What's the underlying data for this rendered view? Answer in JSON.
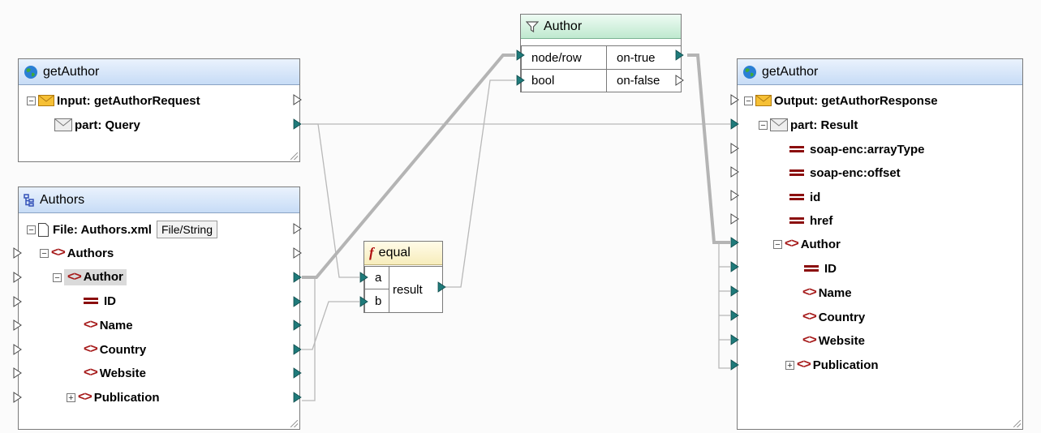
{
  "filter_component": {
    "title": "Author",
    "inputs": [
      "node/row",
      "bool"
    ],
    "outputs": [
      "on-true",
      "on-false"
    ]
  },
  "left_service": {
    "title": "getAuthor",
    "input_label": "Input: getAuthorRequest",
    "part_label": "part: Query"
  },
  "authors_source": {
    "title": "Authors",
    "file_label": "File: Authors.xml",
    "file_button": "File/String",
    "items": [
      "Authors",
      "Author",
      "ID",
      "Name",
      "Country",
      "Website",
      "Publication"
    ]
  },
  "equal_function": {
    "title": "equal",
    "inputs": [
      "a",
      "b"
    ],
    "output": "result"
  },
  "right_service": {
    "title": "getAuthor",
    "output_label": "Output: getAuthorResponse",
    "part_label": "part: Result",
    "attributes": [
      "soap-enc:arrayType",
      "soap-enc:offset",
      "id",
      "href"
    ],
    "author_label": "Author",
    "children": [
      "ID",
      "Name",
      "Country",
      "Website",
      "Publication"
    ]
  },
  "colors": {
    "connector": "#1f7a7a",
    "main_link": "#b4b4b4",
    "thin_link": "#b8b8b8"
  }
}
